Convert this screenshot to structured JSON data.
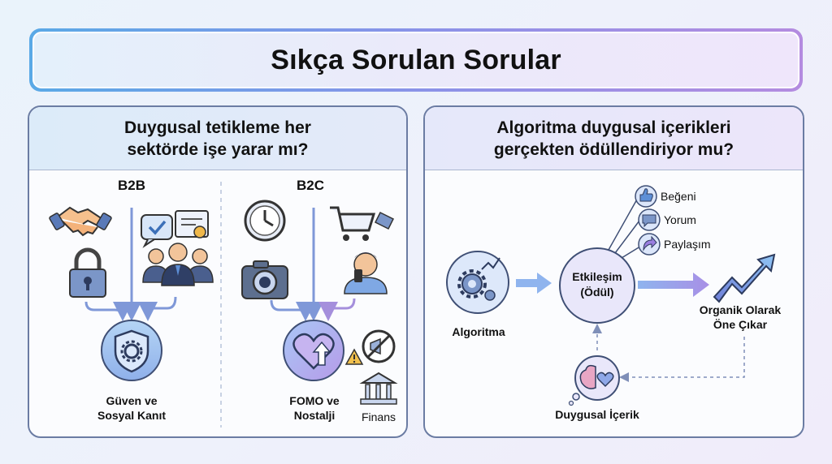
{
  "title": "Sıkça Sorulan Sorular",
  "left": {
    "question_line1": "Duygusal tetikleme her",
    "question_line2": "sektörde işe yarar mı?",
    "b2b": "B2B",
    "b2c": "B2C",
    "b2b_result_line1": "Güven ve",
    "b2b_result_line2": "Sosyal Kanıt",
    "b2c_result_line1": "FOMO ve",
    "b2c_result_line2": "Nostalji",
    "finance": "Finans"
  },
  "right": {
    "question_line1": "Algoritma duygusal içerikleri",
    "question_line2": "gerçekten ödüllendiriyor mu?",
    "algorithm": "Algoritma",
    "engagement_line1": "Etkileşim",
    "engagement_line2": "(Ödül)",
    "like": "Beğeni",
    "comment": "Yorum",
    "share": "Paylaşım",
    "organic_line1": "Organik Olarak",
    "organic_line2": "Öne Çıkar",
    "emotional_content": "Duygusal İçerik"
  },
  "colors": {
    "accent_blue": "#5aa9e6",
    "accent_purple": "#9a7fe0",
    "panel_border": "#6b7ca3"
  }
}
